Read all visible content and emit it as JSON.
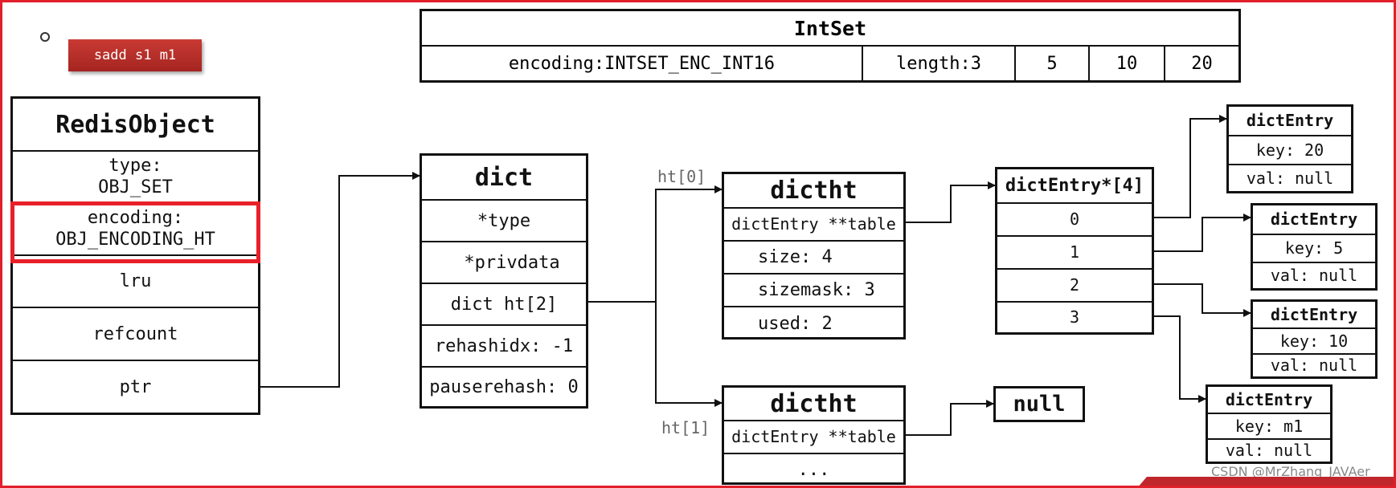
{
  "command": "sadd s1 m1",
  "intset": {
    "title": "IntSet",
    "cells": [
      "encoding:INTSET_ENC_INT16",
      "length:3",
      "5",
      "10",
      "20"
    ]
  },
  "redis_object": {
    "title": "RedisObject",
    "type": "type:\nOBJ_SET",
    "encoding": "encoding:\nOBJ_ENCODING_HT",
    "lru": "lru",
    "refcount": "refcount",
    "ptr": "ptr"
  },
  "dict": {
    "title": "dict",
    "fields": [
      "*type",
      "*privdata",
      "dict ht[2]",
      "rehashidx: -1",
      "pauserehash: 0"
    ]
  },
  "ht0": {
    "label": "ht[0]",
    "title": "dictht",
    "fields": [
      "dictEntry **table",
      "size: 4",
      "sizemask: 3",
      "used: 2"
    ]
  },
  "ht1": {
    "label": "ht[1]",
    "title": "dictht",
    "fields": [
      "dictEntry **table",
      "..."
    ]
  },
  "table": {
    "title": "dictEntry*[4]",
    "slots": [
      "0",
      "1",
      "2",
      "3"
    ]
  },
  "null_box": "null",
  "entries": [
    {
      "title": "dictEntry",
      "key": "key: 20",
      "val": "val: null"
    },
    {
      "title": "dictEntry",
      "key": "key: 5",
      "val": "val: null"
    },
    {
      "title": "dictEntry",
      "key": "key: 10",
      "val": "val: null"
    },
    {
      "title": "dictEntry",
      "key": "key: m1",
      "val": "val: null"
    }
  ],
  "watermark": "CSDN @MrZhang_JAVAer",
  "colors": {
    "frame": "#e0202a",
    "highlight": "#e8202a",
    "badge": "#b22d28"
  }
}
